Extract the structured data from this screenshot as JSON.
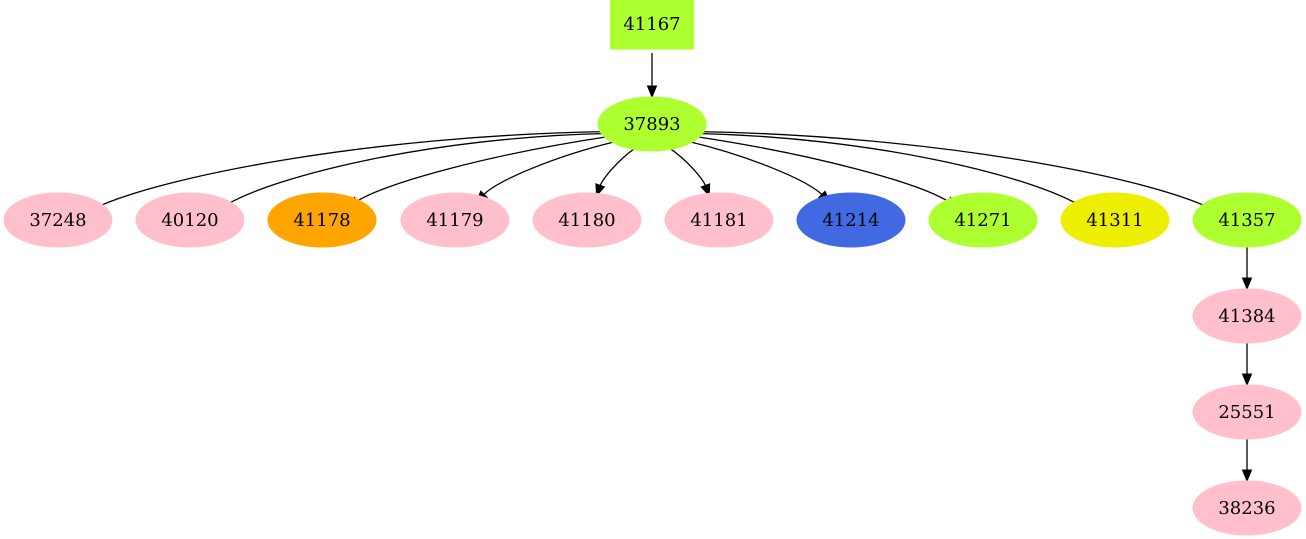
{
  "colors": {
    "green": "#adff2f",
    "pink": "#ffc0cb",
    "orange": "#ffa500",
    "blue": "#4169e1",
    "yellow": "#eeee00",
    "edge": "#000000"
  },
  "nodes": [
    {
      "id": "41167",
      "label": "41167",
      "shape": "box",
      "color": "green"
    },
    {
      "id": "37893",
      "label": "37893",
      "shape": "ellipse",
      "color": "green"
    },
    {
      "id": "37248",
      "label": "37248",
      "shape": "ellipse",
      "color": "pink"
    },
    {
      "id": "40120",
      "label": "40120",
      "shape": "ellipse",
      "color": "pink"
    },
    {
      "id": "41178",
      "label": "41178",
      "shape": "ellipse",
      "color": "orange"
    },
    {
      "id": "41179",
      "label": "41179",
      "shape": "ellipse",
      "color": "pink"
    },
    {
      "id": "41180",
      "label": "41180",
      "shape": "ellipse",
      "color": "pink"
    },
    {
      "id": "41181",
      "label": "41181",
      "shape": "ellipse",
      "color": "pink"
    },
    {
      "id": "41214",
      "label": "41214",
      "shape": "ellipse",
      "color": "blue"
    },
    {
      "id": "41271",
      "label": "41271",
      "shape": "ellipse",
      "color": "green"
    },
    {
      "id": "41311",
      "label": "41311",
      "shape": "ellipse",
      "color": "yellow"
    },
    {
      "id": "41357",
      "label": "41357",
      "shape": "ellipse",
      "color": "green"
    },
    {
      "id": "41384",
      "label": "41384",
      "shape": "ellipse",
      "color": "pink"
    },
    {
      "id": "25551",
      "label": "25551",
      "shape": "ellipse",
      "color": "pink"
    },
    {
      "id": "38236",
      "label": "38236",
      "shape": "ellipse",
      "color": "pink"
    }
  ],
  "edges": [
    {
      "from": "41167",
      "to": "37893"
    },
    {
      "from": "37893",
      "to": "37248"
    },
    {
      "from": "37893",
      "to": "40120"
    },
    {
      "from": "37893",
      "to": "41178"
    },
    {
      "from": "37893",
      "to": "41179"
    },
    {
      "from": "37893",
      "to": "41180"
    },
    {
      "from": "37893",
      "to": "41181"
    },
    {
      "from": "37893",
      "to": "41214"
    },
    {
      "from": "37893",
      "to": "41271"
    },
    {
      "from": "37893",
      "to": "41311"
    },
    {
      "from": "37893",
      "to": "41357"
    },
    {
      "from": "41357",
      "to": "41384"
    },
    {
      "from": "41384",
      "to": "25551"
    },
    {
      "from": "25551",
      "to": "38236"
    }
  ]
}
